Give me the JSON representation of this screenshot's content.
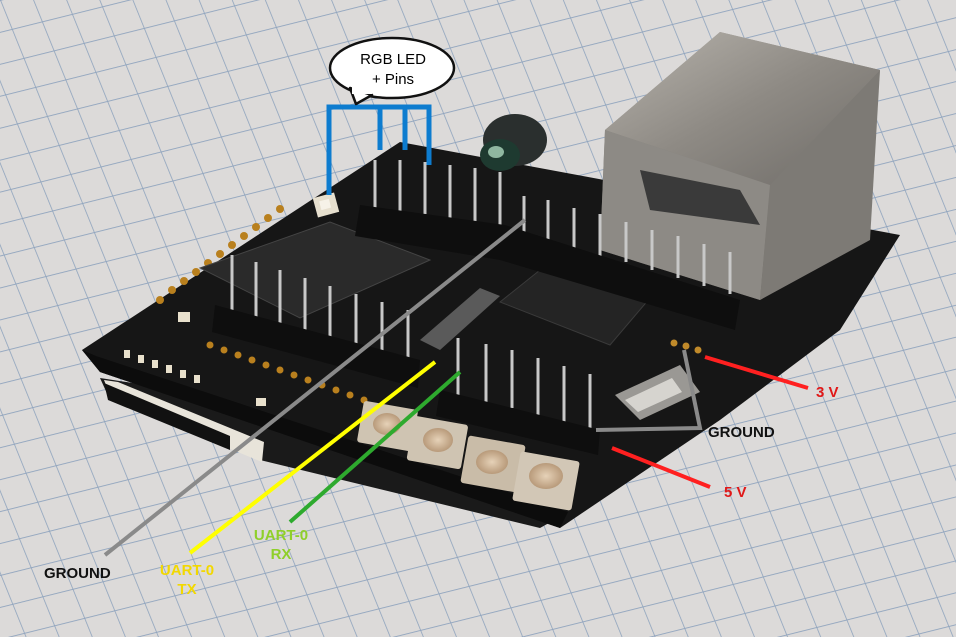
{
  "photo": {
    "subject": "Development board with RGB LED and UART header callouts",
    "colors": {
      "background_paper": "#d9d7d6",
      "grid_line": "#8ea3bd",
      "pcb": "#141414",
      "callout_blue": "#0d7ccf",
      "callout_gray": "#8a8a8a",
      "callout_yellow": "#ffff00",
      "callout_green": "#2eaa2e",
      "callout_red": "#ff2020",
      "label_red": "#e01818",
      "label_yellow": "#f2d800",
      "label_green": "#8fcf2a"
    }
  },
  "callouts": {
    "rgb_led": {
      "line1": "RGB LED",
      "line2": "+ Pins"
    },
    "ground_left": "GROUND",
    "uart_tx": {
      "line1": "UART-0",
      "line2": "TX"
    },
    "uart_rx": {
      "line1": "UART-0",
      "line2": "RX"
    },
    "v3": "3 V",
    "ground_right": "GROUND",
    "v5": "5 V"
  }
}
